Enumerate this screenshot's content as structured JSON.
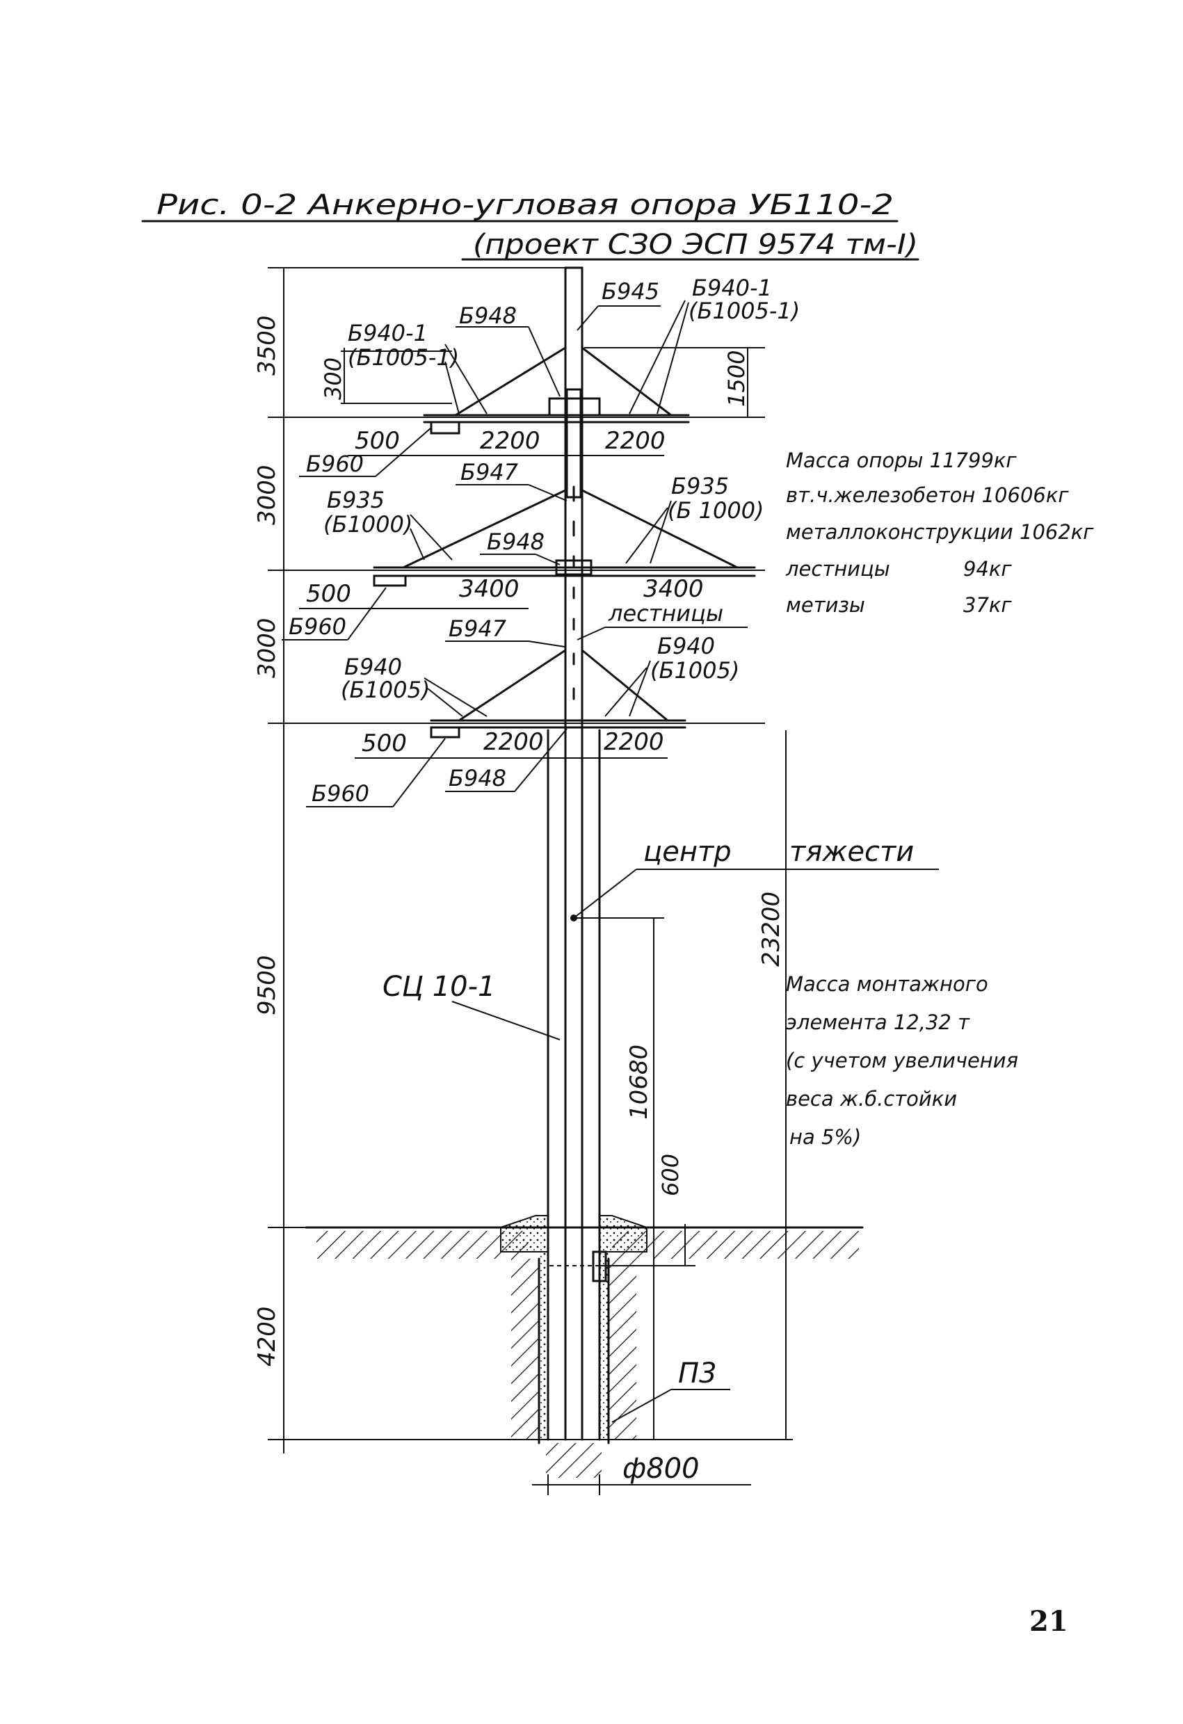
{
  "title": {
    "line1": "Рис. 0-2   Анкерно-угловая опора УБ110-2",
    "line2": "(проект СЗО ЭСП 9574 тм-I)"
  },
  "labels": {
    "b945": "Б945",
    "b940_1_right": "Б940-1",
    "b1005_1_right": "(Б1005-1)",
    "b948_top": "Б948",
    "b940_1_left": "Б940-1",
    "b1005_1_left": "(Б1005-1)",
    "b960_1": "Б960",
    "b947_1": "Б947",
    "b935_left": "Б935",
    "b1000_left": "(Б1000)",
    "b935_right": "Б935",
    "b1000_right": "(Б 1000)",
    "b948_mid": "Б948",
    "b960_2": "Б960",
    "b947_2": "Б947",
    "ladders": "лестницы",
    "b940_left": "Б940",
    "b1005_left": "(Б1005)",
    "b940_right": "Б940",
    "b1005_right": "(Б1005)",
    "b960_3": "Б960",
    "b948_low": "Б948",
    "center_word1": "центр",
    "center_word2": "тяжести",
    "pole": "СЦ 10-1",
    "p3": "П3",
    "diameter": "ф800"
  },
  "dimensions": {
    "d3500": "3500",
    "d300": "300",
    "d1500": "1500",
    "d3000_a": "3000",
    "d3000_b": "3000",
    "d9500": "9500",
    "d23200": "23200",
    "d10680": "10680",
    "d600": "600",
    "d4200": "4200",
    "top_500": "500",
    "top_2200_l": "2200",
    "top_2200_r": "2200",
    "mid_500": "500",
    "mid_3400_l": "3400",
    "mid_3400_r": "3400",
    "low_500": "500",
    "low_2200_l": "2200",
    "low_2200_r": "2200"
  },
  "mass_notes": {
    "line1": "Масса опоры  11799кг",
    "line2": "вт.ч.железобетон 10606кг",
    "line3": "металлоконструкции 1062кг",
    "line4_label": "лестницы",
    "line4_value": "94кг",
    "line5_label": "метизы",
    "line5_value": "37кг"
  },
  "assembly_notes": {
    "line1": "Масса монтажного",
    "line2": "элемента  12,32 т",
    "line3": "(с учетом увеличения",
    "line4": "веса ж.б.стойки",
    "line5": "на 5%)"
  },
  "page_number": "21"
}
